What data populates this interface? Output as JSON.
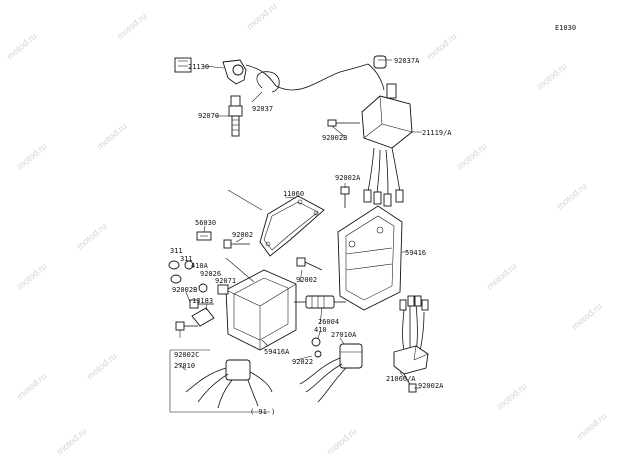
{
  "diagram": {
    "code": "E1030",
    "watermark": "motod.ru",
    "note": "( 91 )",
    "labels": {
      "l92037A": "92037A",
      "l21130": "21130",
      "l92070": "92070",
      "l92037": "92037",
      "l92002B_top": "92002B",
      "l21119A": "21119/A",
      "l92002A_mid": "92002A",
      "l11060": "11060",
      "l56030": "56030",
      "l92002_left": "92002",
      "l311": "311",
      "l311_b": "311",
      "l410A": "410A",
      "l92026": "92026",
      "l92071": "92071",
      "l92002B_left": "92002B",
      "l13183": "13183",
      "l92002C": "92002C",
      "l27010": "27010",
      "l59416A": "59416A",
      "l92002_mid": "92002",
      "l59416": "59416",
      "l26004": "26004",
      "l410": "410",
      "l27010A": "27010A",
      "l92022": "92022",
      "l21066A": "21066/A",
      "l92002A_right": "92002A"
    }
  }
}
